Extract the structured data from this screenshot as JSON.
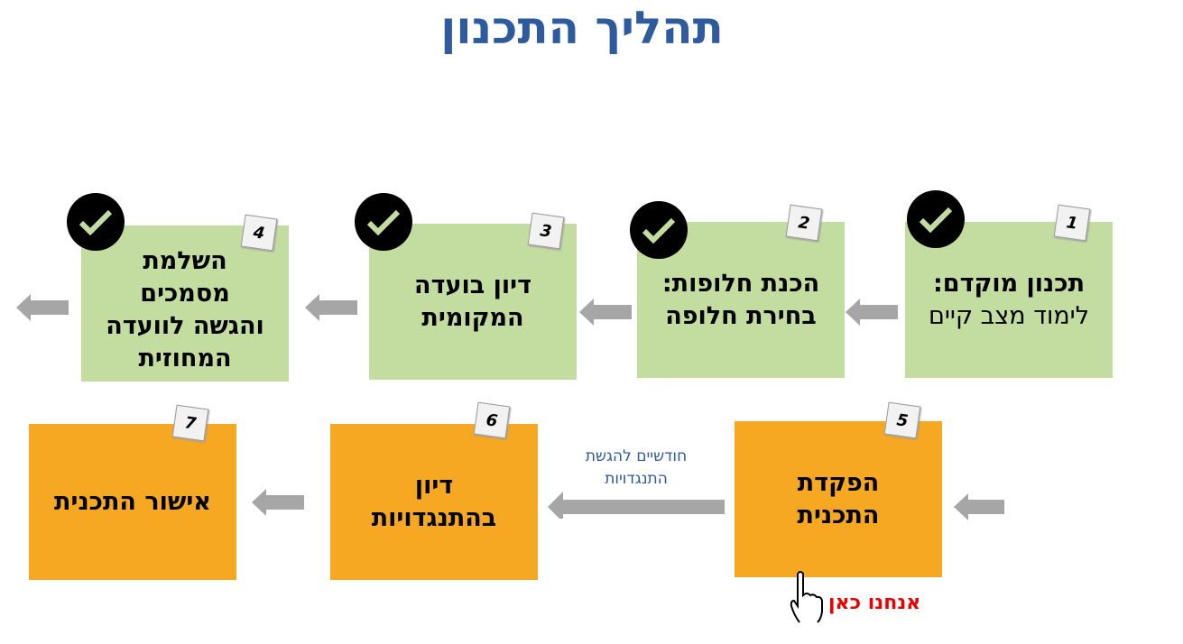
{
  "title": "תהליך התכנון",
  "steps": [
    {
      "number": "1",
      "line1": "תכנון מוקדם:",
      "line2": "לימוד מצב קיים",
      "status": "done"
    },
    {
      "number": "2",
      "line1": "הכנת חלופות:",
      "line2": "בחירת חלופה",
      "status": "done"
    },
    {
      "number": "3",
      "line1": "דיון בועדה",
      "line2": "המקומית",
      "status": "done"
    },
    {
      "number": "4",
      "line1": "השלמת",
      "line2": "מסמכים",
      "line3": "והגשה לוועדה",
      "line4": "המחוזית",
      "status": "done"
    },
    {
      "number": "5",
      "line1": "הפקדת",
      "line2": "התכנית",
      "status": "current"
    },
    {
      "number": "6",
      "line1": "דיון",
      "line2": "בהתנגדויות",
      "status": "pending"
    },
    {
      "number": "7",
      "line1": "אישור התכנית",
      "status": "pending"
    }
  ],
  "objection_note": {
    "line1": "חודשיים להגשת",
    "line2": "התנגדויות"
  },
  "current_marker": "אנחנו כאן",
  "colors": {
    "done": "#c3dc9f",
    "pending": "#f6a823",
    "title": "#2e5a9e",
    "marker": "#e00000",
    "arrow": "#a6a6a6"
  }
}
